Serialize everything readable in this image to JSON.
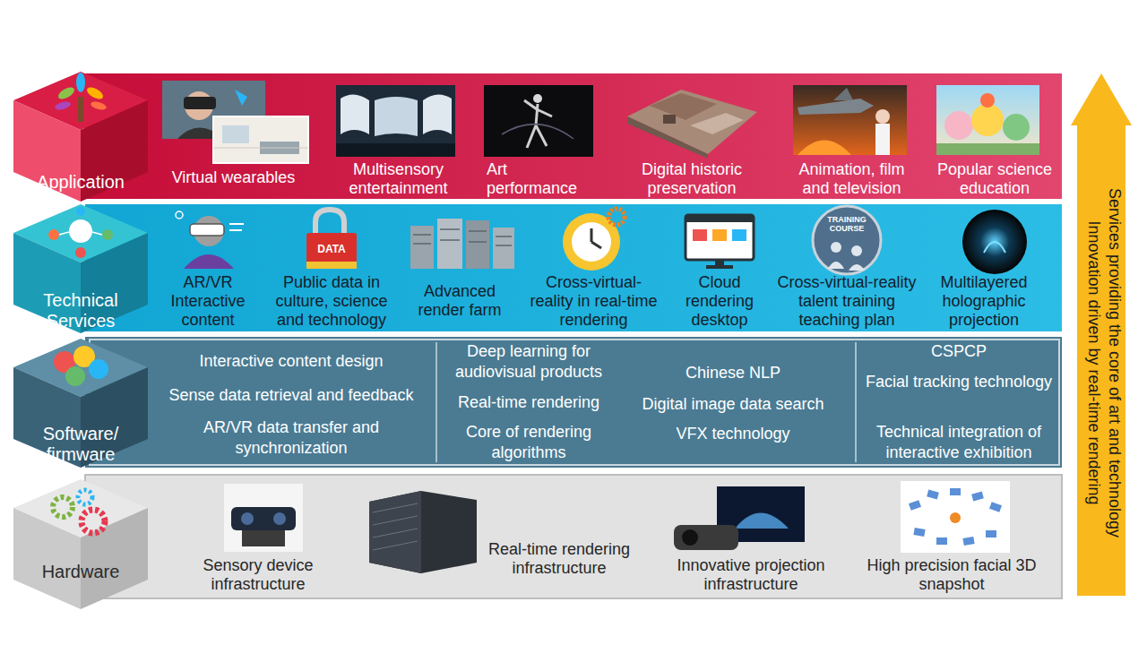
{
  "diagram": {
    "nodes": [
      {
        "text": [
          "Application"
        ]
      },
      {
        "text": [
          "Virtual wearables"
        ],
        "in": 0
      },
      {
        "text": [
          "Multisensory entertainment"
        ],
        "in": 0
      },
      {
        "text": [
          "Art performance"
        ],
        "in": 0
      },
      {
        "text": [
          "Digital historic preservation"
        ],
        "in": 0
      },
      {
        "text": [
          "Animation, film and television"
        ],
        "in": 0
      },
      {
        "text": [
          "Popular science education"
        ],
        "in": 0
      },
      {
        "text": [
          "Technical Services"
        ]
      },
      {
        "text": [
          "AR/VR Interactive content"
        ],
        "in": 7
      },
      {
        "text": [
          "Public data in culture, science and technology"
        ],
        "in": 7
      },
      {
        "text": [
          "Advanced render farm"
        ],
        "in": 7
      },
      {
        "text": [
          "Cross-virtual-reality in real-time rendering"
        ],
        "in": 7
      },
      {
        "text": [
          "Cloud rendering desktop"
        ],
        "in": 7
      },
      {
        "text": [
          "Cross-virtual-reality talent training teaching plan"
        ],
        "in": 7
      },
      {
        "text": [
          "Multilayered holographic projection"
        ],
        "in": 7
      },
      {
        "text": [
          "Software/ firmware"
        ]
      },
      {
        "text": [
          "Interactive content design",
          "Sense data retrieval and feedback",
          "AR/VR data transfer and synchronization"
        ],
        "in": 15
      },
      {
        "text": [
          "Deep learning for audiovisual products",
          "Real-time rendering",
          "Core of rendering algorithms",
          "Chinese NLP",
          "Digital image data search",
          "VFX technology"
        ],
        "in": 15
      },
      {
        "text": [
          "CSPCP",
          "Facial tracking technology",
          "Technical integration of interactive exhibition"
        ],
        "in": 15
      },
      {
        "text": [
          "Hardware"
        ]
      },
      {
        "text": [
          "Sensory device infrastructure"
        ],
        "in": 19
      },
      {
        "text": [
          "Real-time rendering infrastructure"
        ],
        "in": 19
      },
      {
        "text": [
          "Innovative projection infrastructure"
        ],
        "in": 19
      },
      {
        "text": [
          "High precision facial 3D snapshot"
        ],
        "in": 19
      },
      {
        "text": [
          "Services providing the core of art and technology",
          "Innovation driven by real-time rendering"
        ]
      }
    ],
    "labels": [
      "DATA",
      "TRAINING COURSE"
    ]
  }
}
